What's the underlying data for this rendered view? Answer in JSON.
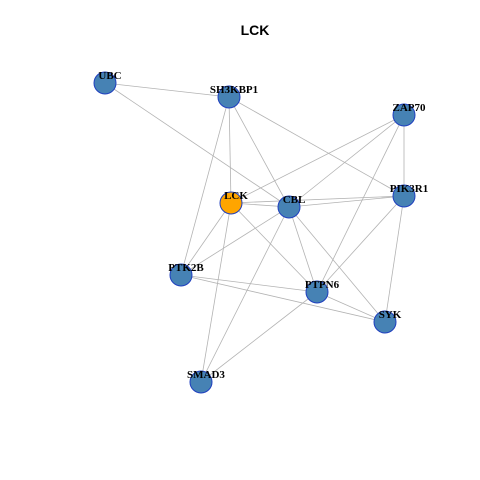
{
  "title": "LCK",
  "colors": {
    "default_node": "#4682b4",
    "highlight_node": "#ffa500",
    "node_border": "#1f3fbf",
    "edge": "#b3b3b3"
  },
  "nodes": [
    {
      "id": "UBC",
      "label": "UBC",
      "highlight": false
    },
    {
      "id": "SH3KBP1",
      "label": "SH3KBP1",
      "highlight": false
    },
    {
      "id": "ZAP70",
      "label": "ZAP70",
      "highlight": false
    },
    {
      "id": "LCK",
      "label": "LCK",
      "highlight": true
    },
    {
      "id": "CBL",
      "label": "CBL",
      "highlight": false
    },
    {
      "id": "PIK3R1",
      "label": "PIK3R1",
      "highlight": false
    },
    {
      "id": "PTK2B",
      "label": "PTK2B",
      "highlight": false
    },
    {
      "id": "PTPN6",
      "label": "PTPN6",
      "highlight": false
    },
    {
      "id": "SYK",
      "label": "SYK",
      "highlight": false
    },
    {
      "id": "SMAD3",
      "label": "SMAD3",
      "highlight": false
    }
  ],
  "edges": [
    [
      "UBC",
      "SH3KBP1"
    ],
    [
      "UBC",
      "CBL"
    ],
    [
      "SH3KBP1",
      "LCK"
    ],
    [
      "SH3KBP1",
      "CBL"
    ],
    [
      "SH3KBP1",
      "PIK3R1"
    ],
    [
      "SH3KBP1",
      "PTK2B"
    ],
    [
      "ZAP70",
      "LCK"
    ],
    [
      "ZAP70",
      "CBL"
    ],
    [
      "ZAP70",
      "PIK3R1"
    ],
    [
      "ZAP70",
      "PTPN6"
    ],
    [
      "LCK",
      "CBL"
    ],
    [
      "LCK",
      "PIK3R1"
    ],
    [
      "LCK",
      "PTK2B"
    ],
    [
      "LCK",
      "PTPN6"
    ],
    [
      "LCK",
      "SMAD3"
    ],
    [
      "CBL",
      "PIK3R1"
    ],
    [
      "CBL",
      "PTK2B"
    ],
    [
      "CBL",
      "PTPN6"
    ],
    [
      "CBL",
      "SYK"
    ],
    [
      "CBL",
      "SMAD3"
    ],
    [
      "PIK3R1",
      "PTPN6"
    ],
    [
      "PIK3R1",
      "SYK"
    ],
    [
      "PTK2B",
      "PTPN6"
    ],
    [
      "PTK2B",
      "SYK"
    ],
    [
      "PTPN6",
      "SYK"
    ],
    [
      "PTPN6",
      "SMAD3"
    ]
  ]
}
